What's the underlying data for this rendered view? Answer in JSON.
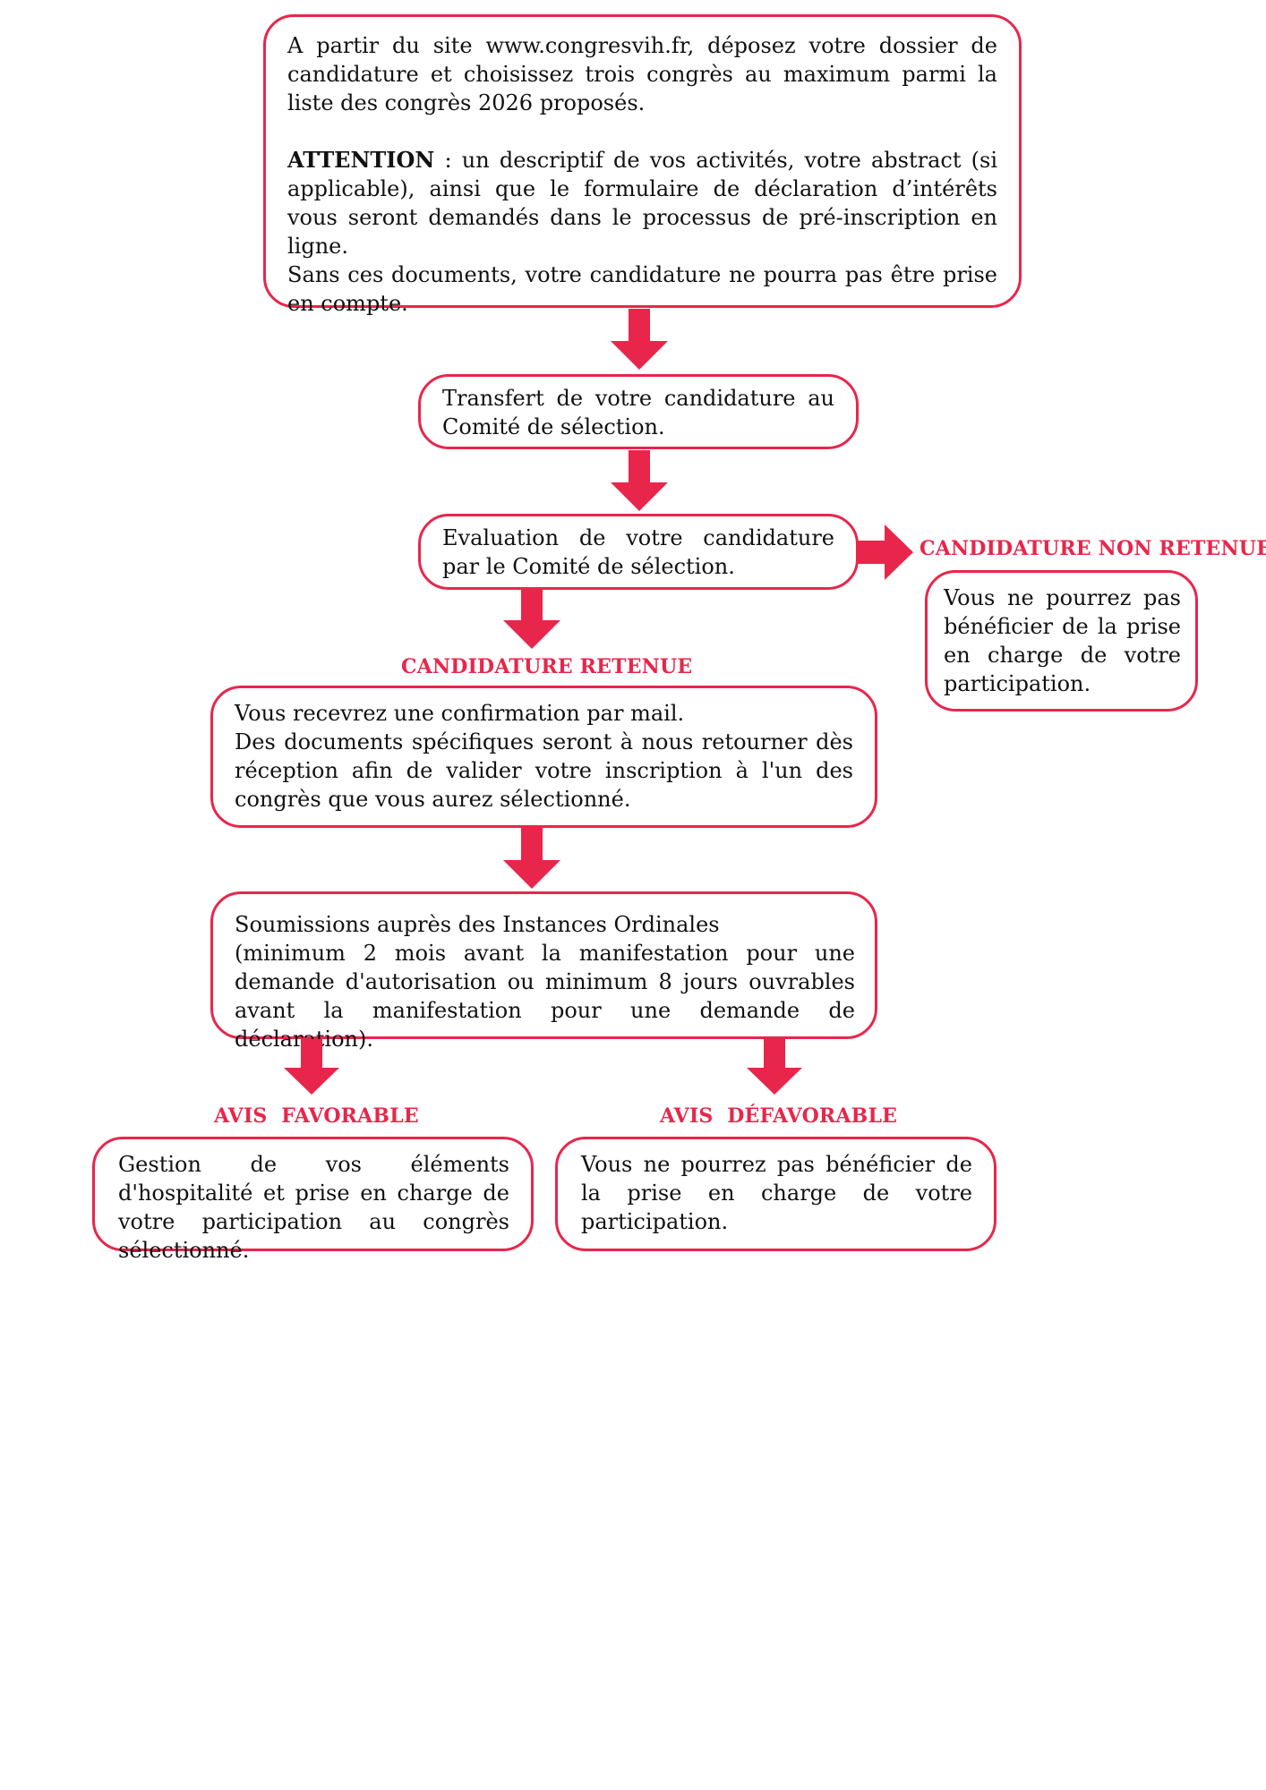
{
  "step1": {
    "intro": "A partir du site www.congresvih.fr, déposez votre dossier de candidature et choisissez trois congrès au maximum parmi la liste des congrès 2026 proposés.",
    "attention_label": "ATTENTION",
    "attention_text": " : un descriptif de vos activités, votre abstract (si applicable), ainsi que le formulaire de déclaration d’intérêts vous seront demandés dans le processus de pré-inscription en ligne.",
    "warning": "Sans ces documents, votre candidature ne pourra pas être prise en compte."
  },
  "step2": {
    "text": "Transfert de votre candidature au Comité de sélection."
  },
  "step3": {
    "text": "Evaluation de votre candidature par le Comité de sélection."
  },
  "rejected": {
    "label": "CANDIDATURE NON RETENUE",
    "text": "Vous ne pourrez pas bénéficier de la prise en charge de votre participation."
  },
  "accepted": {
    "label": "CANDIDATURE RETENUE",
    "line1": "Vous recevrez une confirmation par mail.",
    "line2": "Des documents spécifiques seront à nous retourner dès réception afin de valider votre inscription à l'un des congrès que vous aurez sélectionné."
  },
  "submission": {
    "line1": "Soumissions auprès des Instances Ordinales",
    "line2": "(minimum 2 mois avant la manifestation pour une demande d'autorisation ou minimum 8 jours ouvrables avant la manifestation pour une demande de déclaration)."
  },
  "favorable": {
    "label": "AVIS  FAVORABLE",
    "text": "Gestion de vos éléments d'hospitalité et prise en charge de votre participation au congrès sélectionné."
  },
  "unfavorable": {
    "label": "AVIS  DÉFAVORABLE",
    "text": "Vous ne pourrez pas bénéficier de la prise en charge de votre participation."
  },
  "colors": {
    "accent": "#e8264b",
    "text": "#111111",
    "background": "#ffffff"
  }
}
